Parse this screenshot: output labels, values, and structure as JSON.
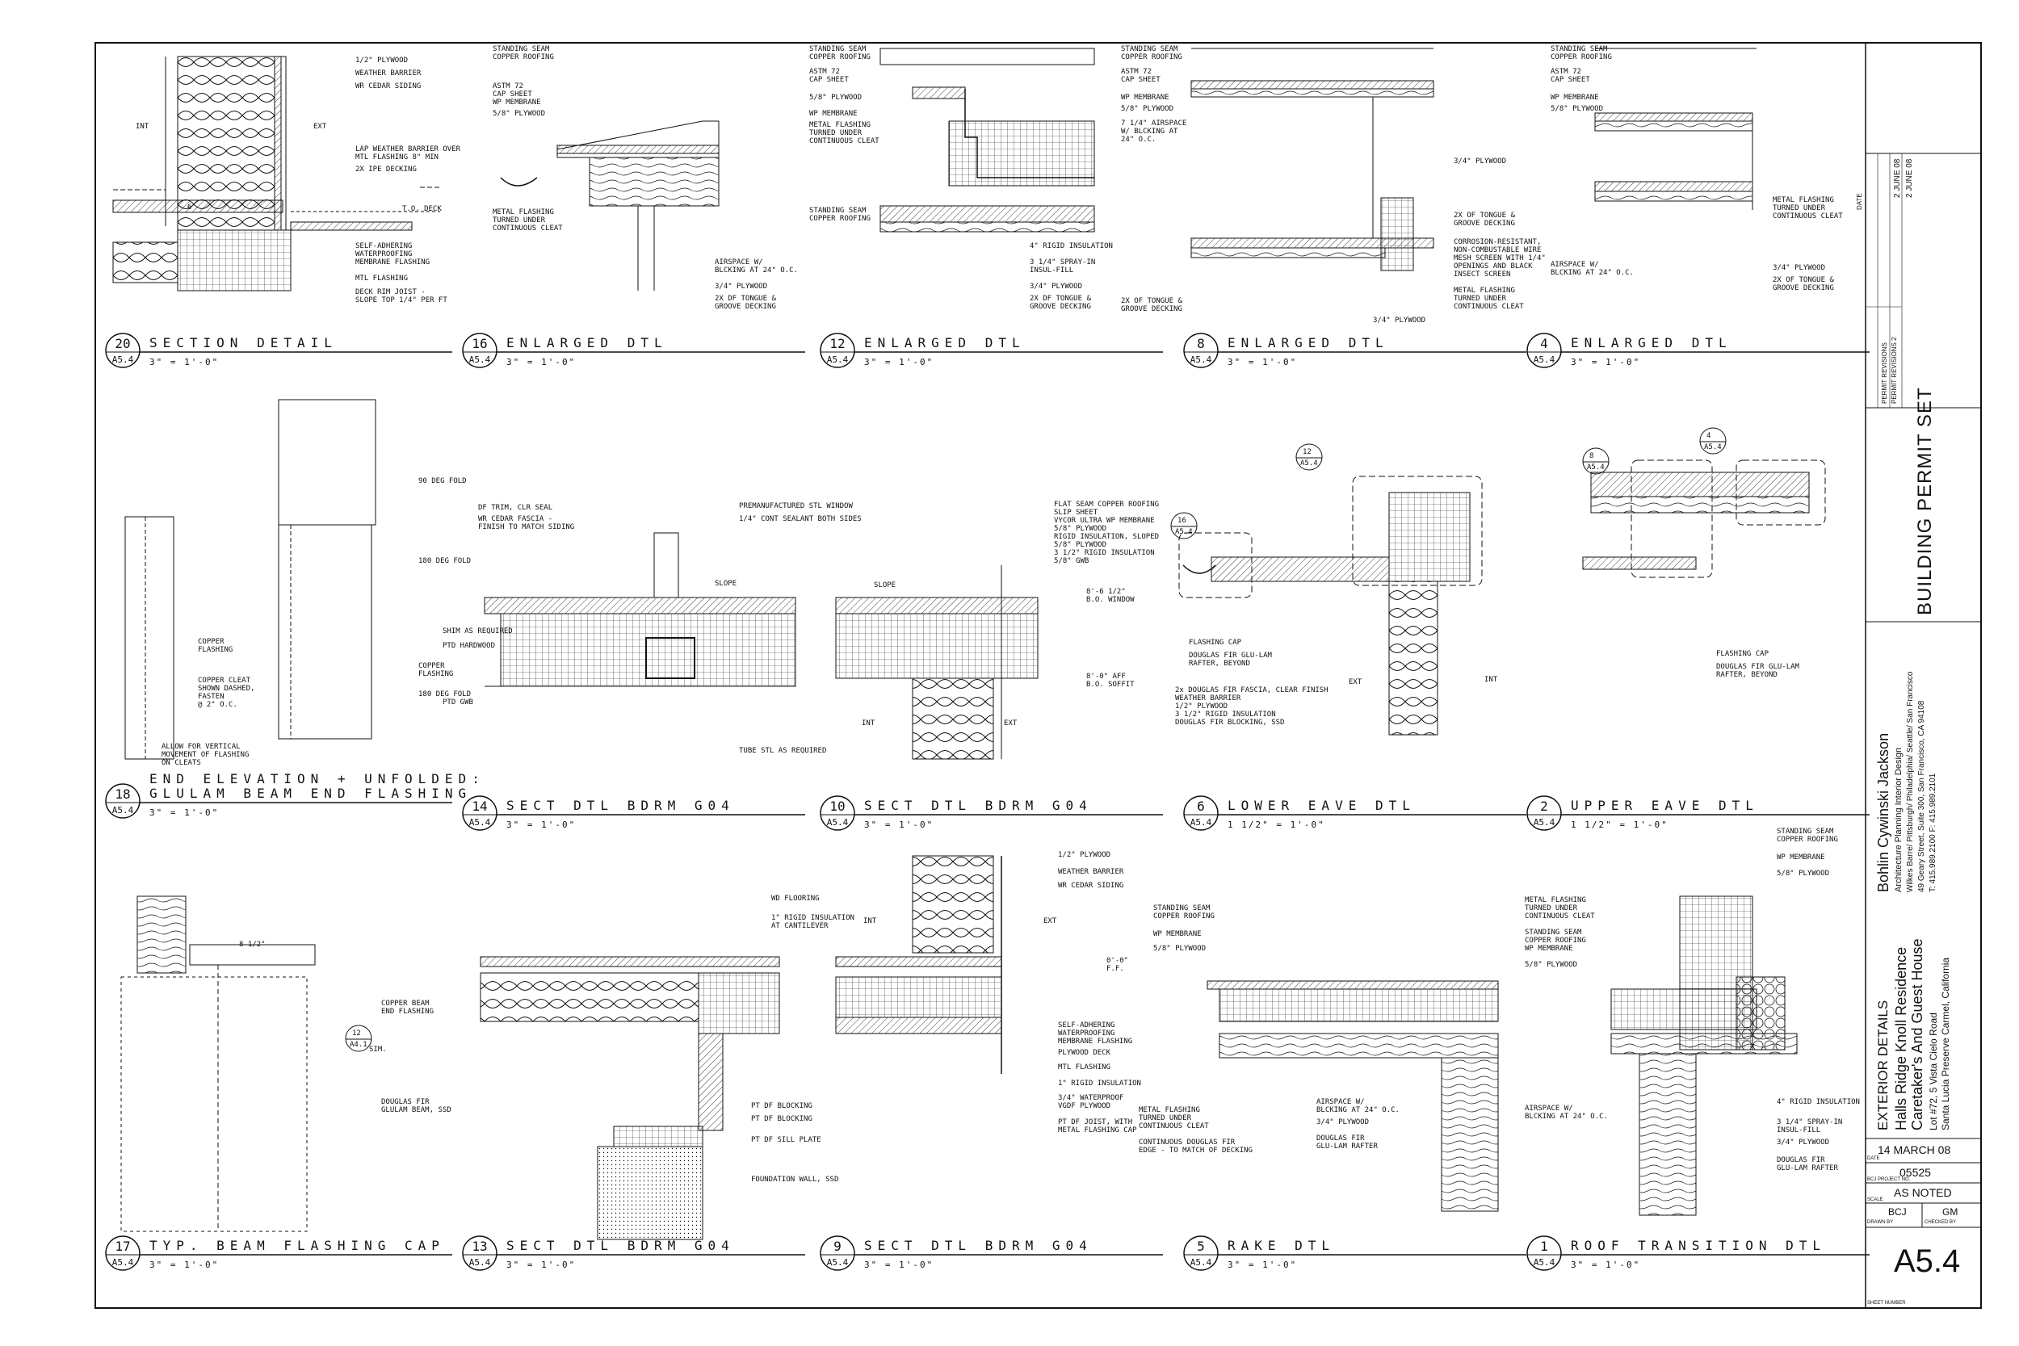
{
  "details": [
    {
      "num": "20",
      "sheet": "A5.4",
      "title": "SECTION DETAIL",
      "scale": "3\" = 1'-0\""
    },
    {
      "num": "16",
      "sheet": "A5.4",
      "title": "ENLARGED DTL",
      "scale": "3\" = 1'-0\""
    },
    {
      "num": "12",
      "sheet": "A5.4",
      "title": "ENLARGED DTL",
      "scale": "3\" = 1'-0\""
    },
    {
      "num": "8",
      "sheet": "A5.4",
      "title": "ENLARGED DTL",
      "scale": "3\" = 1'-0\""
    },
    {
      "num": "4",
      "sheet": "A5.4",
      "title": "ENLARGED DTL",
      "scale": "3\" = 1'-0\""
    },
    {
      "num": "18",
      "sheet": "A5.4",
      "title": "END ELEVATION + UNFOLDED:\nGLULAM BEAM END FLASHING",
      "scale": "3\" = 1'-0\""
    },
    {
      "num": "14",
      "sheet": "A5.4",
      "title": "SECT DTL BDRM G04",
      "scale": "3\" = 1'-0\""
    },
    {
      "num": "10",
      "sheet": "A5.4",
      "title": "SECT DTL BDRM G04",
      "scale": "3\" = 1'-0\""
    },
    {
      "num": "6",
      "sheet": "A5.4",
      "title": "LOWER EAVE DTL",
      "scale": "1 1/2\" = 1'-0\""
    },
    {
      "num": "2",
      "sheet": "A5.4",
      "title": "UPPER EAVE DTL",
      "scale": "1 1/2\" = 1'-0\""
    },
    {
      "num": "17",
      "sheet": "A5.4",
      "title": "TYP. BEAM FLASHING CAP",
      "scale": "3\" = 1'-0\""
    },
    {
      "num": "13",
      "sheet": "A5.4",
      "title": "SECT DTL BDRM G04",
      "scale": "3\" = 1'-0\""
    },
    {
      "num": "9",
      "sheet": "A5.4",
      "title": "SECT DTL BDRM G04",
      "scale": "3\" = 1'-0\""
    },
    {
      "num": "5",
      "sheet": "A5.4",
      "title": "RAKE DTL",
      "scale": "3\" = 1'-0\""
    },
    {
      "num": "1",
      "sheet": "A5.4",
      "title": "ROOF TRANSITION DTL",
      "scale": "3\" = 1'-0\""
    }
  ],
  "notes": {
    "d20": [
      "1/2\" PLYWOOD",
      "WEATHER BARRIER",
      "WR CEDAR SIDING",
      "LAP WEATHER BARRIER OVER\nMTL FLASHING 8\" MIN",
      "2X IPE DECKING",
      "T.O. DECK",
      "SELF-ADHERING\nWATERPROOFING\nMEMBRANE FLASHING",
      "MTL FLASHING",
      "DECK RIM JOIST -\nSLOPE TOP 1/4\" PER FT",
      "INT",
      "EXT",
      "6"
    ],
    "d16": [
      "STANDING SEAM\nCOPPER ROOFING",
      "ASTM 72\nCAP SHEET",
      "WP MEMBRANE",
      "5/8\" PLYWOOD",
      "METAL FLASHING\nTURNED UNDER\nCONTINUOUS CLEAT",
      "AIRSPACE W/\nBLCKING AT 24\" O.C.",
      "3/4\" PLYWOOD",
      "2X DF TONGUE &\nGROOVE DECKING"
    ],
    "d12": [
      "STANDING SEAM\nCOPPER ROOFING",
      "ASTM 72\nCAP SHEET",
      "5/8\" PLYWOOD",
      "WP MEMBRANE",
      "METAL FLASHING\nTURNED UNDER\nCONTINUOUS CLEAT",
      "STANDING SEAM\nCOPPER ROOFING",
      "4\" RIGID INSULATION",
      "3 1/4\" SPRAY-IN\nINSUL-FILL",
      "3/4\" PLYWOOD",
      "2X DF TONGUE &\nGROOVE DECKING"
    ],
    "d8": [
      "STANDING SEAM\nCOPPER ROOFING",
      "ASTM 72\nCAP SHEET",
      "WP MEMBRANE",
      "5/8\" PLYWOOD",
      "7 1/4\" AIRSPACE\nW/ BLCKING AT\n24\" O.C.",
      "3/4\" PLYWOOD",
      "2X OF TONGUE &\nGROOVE DECKING",
      "CORROSION-RESISTANT,\nNON-COMBUSTABLE WIRE\nMESH SCREEN WITH 1/4\"\nOPENINGS AND BLACK\nINSECT SCREEN",
      "METAL FLASHING\nTURNED UNDER\nCONTINUOUS CLEAT",
      "2X OF TONGUE &\nGROOVE DECKING",
      "3/4\" PLYWOOD"
    ],
    "d4": [
      "STANDING SEAM\nCOPPER ROOFING",
      "ASTM 72\nCAP SHEET",
      "WP MEMBRANE",
      "5/8\" PLYWOOD",
      "METAL FLASHING\nTURNED UNDER\nCONTINUOUS CLEAT",
      "3/4\" PLYWOOD",
      "2X OF TONGUE &\nGROOVE DECKING",
      "AIRSPACE W/\nBLCKING AT 24\" O.C."
    ],
    "d18": [
      "90 DEG FOLD",
      "180 DEG FOLD",
      "COPPER\nFLASHING",
      "COPPER CLEAT\nSHOWN DASHED,\nFASTEN\n@ 2\" O.C.",
      "COPPER\nFLASHING",
      "180 DEG FOLD",
      "ALLOW FOR VERTICAL\nMOVEMENT OF FLASHING\nON CLEATS"
    ],
    "d14": [
      "DF TRIM, CLR SEAL",
      "WR CEDAR FASCIA -\nFINISH TO MATCH SIDING",
      "PREMANUFACTURED STL WINDOW",
      "1/4\" CONT SEALANT BOTH SIDES",
      "SHIM AS REQUIRED",
      "PTD HARDWOOD",
      "PTD GWB",
      "TUBE STL AS REQUIRED",
      "SLOPE"
    ],
    "d10": [
      "FLAT SEAM COPPER ROOFING\nSLIP SHEET\nVYCOR ULTRA WP MEMBRANE\n5/8\" PLYWOOD\nRIGID INSULATION, SLOPED\n5/8\" PLYWOOD\n3 1/2\" RIGID INSULATION\n5/8\" GWB",
      "SLOPE",
      "8'-6 1/2\"\nB.O. WINDOW",
      "8'-0\" AFF\nB.O. SOFFIT",
      "INT",
      "EXT"
    ],
    "d6": [
      "FLASHING CAP",
      "DOUGLAS FIR GLU-LAM\nRAFTER, BEYOND",
      "2x DOUGLAS FIR FASCIA, CLEAR FINISH\nWEATHER BARRIER\n1/2\" PLYWOOD\n3 1/2\" RIGID INSULATION\nDOUGLAS FIR BLOCKING, SSD",
      "EXT",
      "INT"
    ],
    "d2": [
      "FLASHING CAP",
      "DOUGLAS FIR GLU-LAM\nRAFTER, BEYOND"
    ],
    "d17": [
      "COPPER BEAM\nEND FLASHING",
      "SIM.",
      "DOUGLAS FIR\nGLULAM BEAM, SSD",
      "8 1/2\""
    ],
    "d13": [
      "WD FLOORING",
      "1\" RIGID INSULATION\nAT CANTILEVER",
      "PT DF BLOCKING",
      "PT DF BLOCKING",
      "PT DF SILL PLATE",
      "FOUNDATION WALL, SSD",
      "INT"
    ],
    "d9": [
      "1/2\" PLYWOOD",
      "WEATHER BARRIER",
      "WR CEDAR SIDING",
      "EXT",
      "0'-0\"\nF.F.",
      "SELF-ADHERING\nWATERPROOFING\nMEMBRANE FLASHING",
      "PLYWOOD DECK",
      "MTL FLASHING",
      "1\" RIGID INSULATION",
      "3/4\" WATERPROOF\nVGDF PLYWOOD",
      "PT DF JOIST, WITH\nMETAL FLASHING CAP"
    ],
    "d5": [
      "STANDING SEAM\nCOPPER ROOFING",
      "WP MEMBRANE",
      "5/8\" PLYWOOD",
      "METAL FLASHING\nTURNED UNDER\nCONTINUOUS CLEAT",
      "CONTINUOUS DOUGLAS FIR\nEDGE - TO MATCH OF DECKING",
      "AIRSPACE W/\nBLCKING AT 24\" O.C.",
      "3/4\" PLYWOOD",
      "DOUGLAS FIR\nGLU-LAM RAFTER"
    ],
    "d1": [
      "STANDING SEAM\nCOPPER ROOFING",
      "WP MEMBRANE",
      "5/8\" PLYWOOD",
      "METAL FLASHING\nTURNED UNDER\nCONTINUOUS CLEAT",
      "STANDING SEAM\nCOPPER ROOFING",
      "WP MEMBRANE",
      "5/8\" PLYWOOD",
      "AIRSPACE W/\nBLCKING AT 24\" O.C.",
      "4\" RIGID INSULATION",
      "3 1/4\" SPRAY-IN\nINSUL-FILL",
      "3/4\" PLYWOOD",
      "DOUGLAS FIR\nGLU-LAM RAFTER"
    ]
  },
  "refs": {
    "r16": "16",
    "r12": "12",
    "r8": "8",
    "r4": "4",
    "rsheet": "A5.4",
    "r42": "12",
    "r42s": "A4.1"
  },
  "titleblock": {
    "revisions_header": "DATE",
    "rev1": "PERMIT REVISIONS",
    "rev1_date": "2 JUNE 08",
    "rev2": "PERMIT REVISIONS 2",
    "rev2_date": "2 JUNE 08",
    "set_name": "BUILDING PERMIT SET",
    "firm": "Bohlin Cywinski Jackson",
    "firm_sub": "Architecture Planning Interior Design",
    "firm_cities": "Wilkes Barre/ Pittsburgh/ Philadelphia/ Seattle/ San Francisco",
    "firm_addr": "49 Geary Street, Suite 300, San Francisco, CA 94108",
    "firm_tel": "T: 415.989.2100  F: 415.989.2101",
    "drawing_title": "EXTERIOR DETAILS",
    "project": "Halls Ridge Knoll Residence",
    "project2": "Caretaker's And Guest House",
    "lot": "Lot #72, 5 Vista Cielo Road",
    "location": "Santa Lucia Preserve Carmel, California",
    "date": "14 MARCH 08",
    "project_no": "05525",
    "scale": "AS NOTED",
    "drawn_by": "BCJ",
    "checked_by": "GM",
    "sheet_number": "A5.4",
    "date_label": "DATE",
    "projno_label": "BCJ PROJECT NO.",
    "scale_label": "SCALE",
    "drawn_label": "DRAWN BY",
    "checked_label": "CHECKED BY",
    "sheetnum_label": "SHEET NUMBER"
  },
  "colors": {
    "line": "#111111",
    "paper": "#ffffff"
  }
}
